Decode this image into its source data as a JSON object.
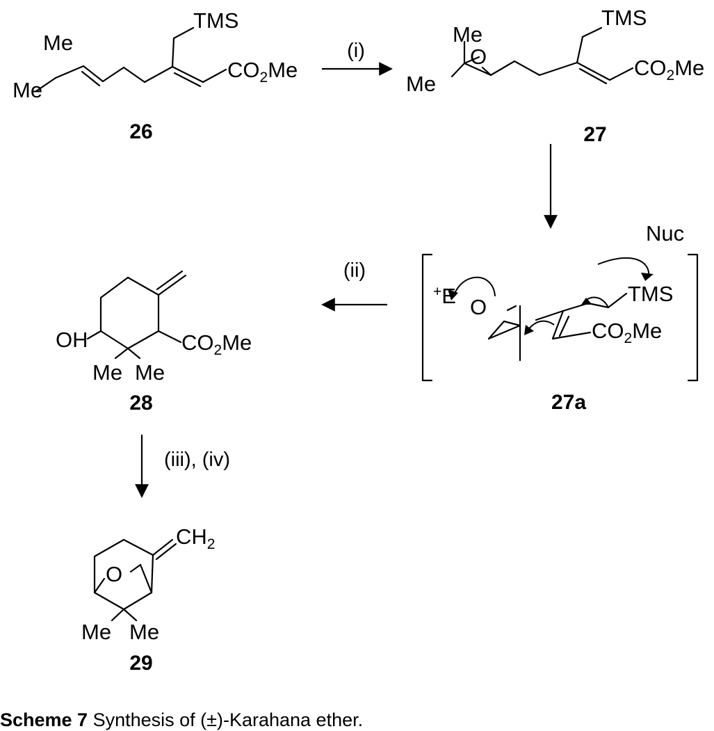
{
  "compounds": {
    "c26": "26",
    "c27": "27",
    "c27a": "27a",
    "c28": "28",
    "c29": "29"
  },
  "conditions": {
    "step_i": "(i)",
    "step_ii": "(ii)",
    "step_iii_iv": "(iii), (iv)"
  },
  "atoms": {
    "me": "Me",
    "tms": "TMS",
    "o": "O",
    "oh": "OH",
    "co": "CO",
    "ch": "CH",
    "two": "2",
    "nuc": "Nuc",
    "e": "E",
    "plus": "+"
  },
  "caption": {
    "label": "Scheme 7",
    "text": "Synthesis of (±)-Karahana ether."
  }
}
